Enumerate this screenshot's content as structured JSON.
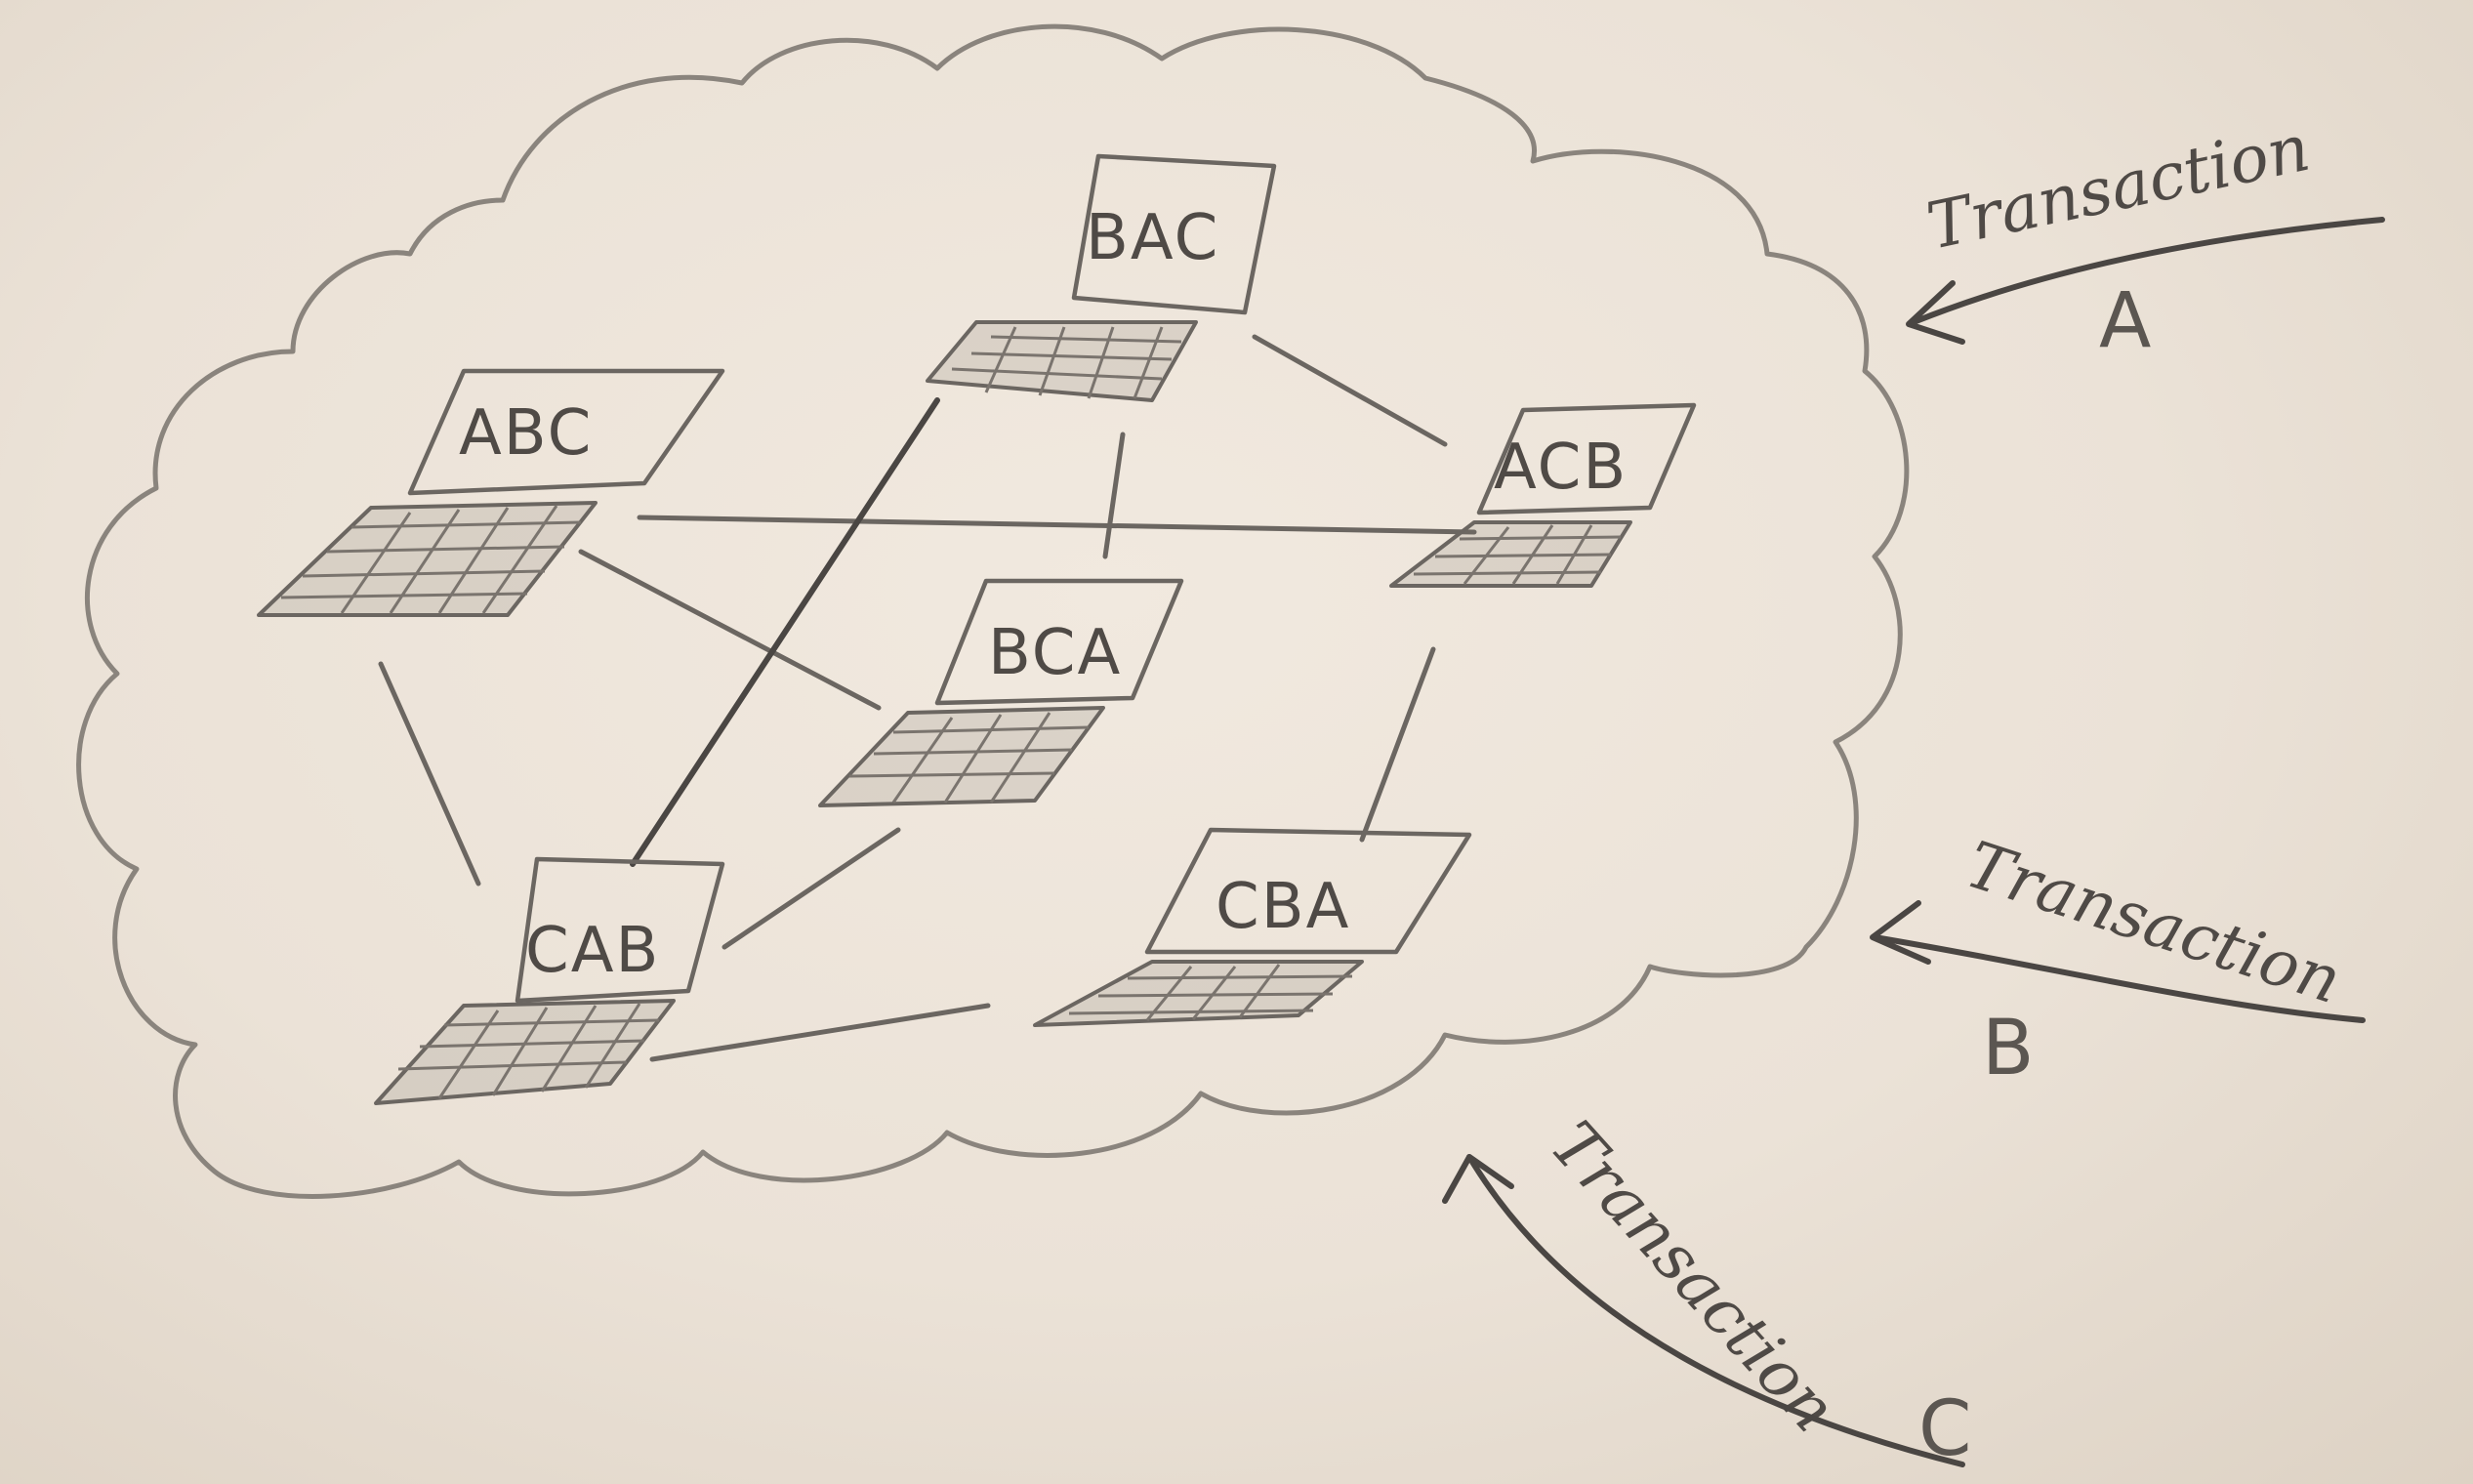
{
  "nodes": [
    {
      "id": "bac",
      "label": "BAC"
    },
    {
      "id": "abc",
      "label": "ABC"
    },
    {
      "id": "acb",
      "label": "ACB"
    },
    {
      "id": "bca",
      "label": "BCA"
    },
    {
      "id": "cab",
      "label": "CAB"
    },
    {
      "id": "cba",
      "label": "CBA"
    }
  ],
  "transactions": [
    {
      "id": "a",
      "word": "Transaction",
      "letter": "A"
    },
    {
      "id": "b",
      "word": "Transaction",
      "letter": "B"
    },
    {
      "id": "c",
      "word": "Transaction",
      "letter": "C"
    }
  ],
  "colors": {
    "paper": "#ece4da",
    "pencil": "#6b6661",
    "pencil_dark": "#4a4643"
  }
}
